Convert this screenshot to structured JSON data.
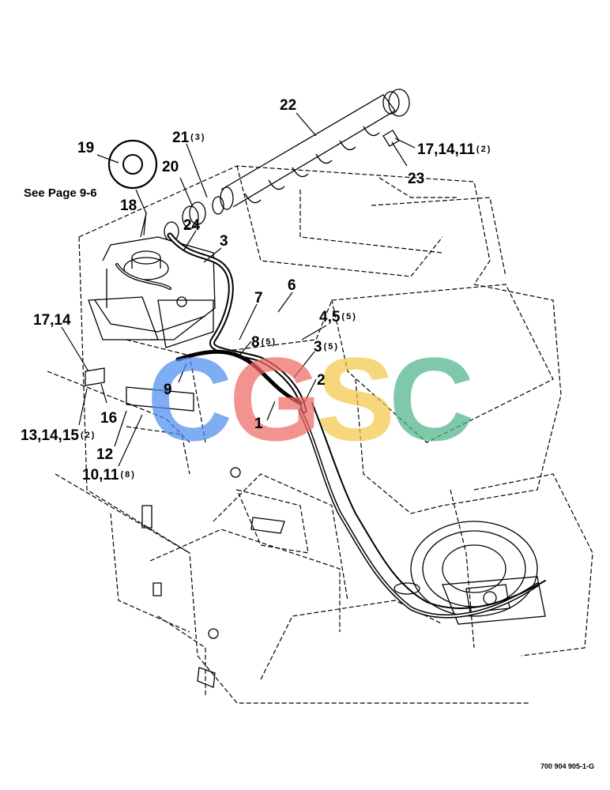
{
  "diagram": {
    "reference_note": "See Page 9-6",
    "figure_number": "700 904 905-1-G",
    "callouts": [
      {
        "id": "c19",
        "text": "19",
        "qty": ""
      },
      {
        "id": "c21",
        "text": "21",
        "qty": "(3)"
      },
      {
        "id": "c20",
        "text": "20",
        "qty": ""
      },
      {
        "id": "c22",
        "text": "22",
        "qty": ""
      },
      {
        "id": "c17a",
        "text": "17,14,11",
        "qty": "(2)"
      },
      {
        "id": "c23",
        "text": "23",
        "qty": ""
      },
      {
        "id": "c18",
        "text": "18",
        "qty": ""
      },
      {
        "id": "c24",
        "text": "24",
        "qty": ""
      },
      {
        "id": "c3a",
        "text": "3",
        "qty": ""
      },
      {
        "id": "c6",
        "text": "6",
        "qty": ""
      },
      {
        "id": "c7",
        "text": "7",
        "qty": ""
      },
      {
        "id": "c45",
        "text": "4,5",
        "qty": "(5)"
      },
      {
        "id": "c17b",
        "text": "17,14",
        "qty": ""
      },
      {
        "id": "c8",
        "text": "8",
        "qty": "(5)"
      },
      {
        "id": "c3b",
        "text": "3",
        "qty": "(5)"
      },
      {
        "id": "c9",
        "text": "9",
        "qty": ""
      },
      {
        "id": "c2",
        "text": "2",
        "qty": ""
      },
      {
        "id": "c16",
        "text": "16",
        "qty": ""
      },
      {
        "id": "c1",
        "text": "1",
        "qty": ""
      },
      {
        "id": "c13",
        "text": "13,14,15",
        "qty": "(2)"
      },
      {
        "id": "c12",
        "text": "12",
        "qty": ""
      },
      {
        "id": "c10",
        "text": "10,11",
        "qty": "(8)"
      }
    ]
  },
  "watermark": {
    "letters": [
      {
        "char": "C",
        "color": "#4f8ef0"
      },
      {
        "char": "G",
        "color": "#ee6a66"
      },
      {
        "char": "S",
        "color": "#f5c94a"
      },
      {
        "char": "C",
        "color": "#4fb58a"
      }
    ]
  }
}
